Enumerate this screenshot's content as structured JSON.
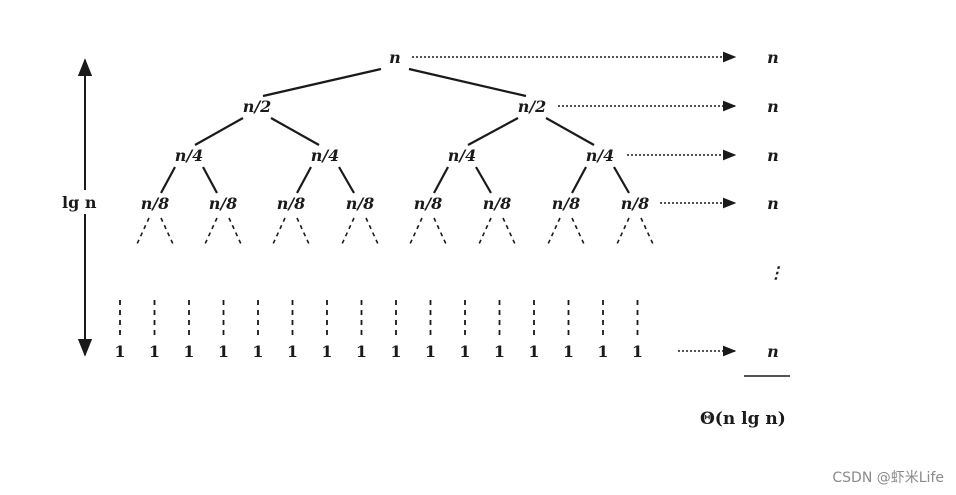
{
  "tree": {
    "levels": [
      [
        "n"
      ],
      [
        "n/2",
        "n/2"
      ],
      [
        "n/4",
        "n/4",
        "n/4",
        "n/4"
      ],
      [
        "n/8",
        "n/8",
        "n/8",
        "n/8",
        "n/8",
        "n/8",
        "n/8",
        "n/8"
      ]
    ],
    "leaf_label": "1",
    "leaf_count": 16
  },
  "height_label": "lg n",
  "row_costs": [
    "n",
    "n",
    "n",
    "n"
  ],
  "ellipsis": "⋮",
  "last_row_cost": "n",
  "total": "Θ(n lg n)",
  "watermark": "CSDN @虾米Life"
}
